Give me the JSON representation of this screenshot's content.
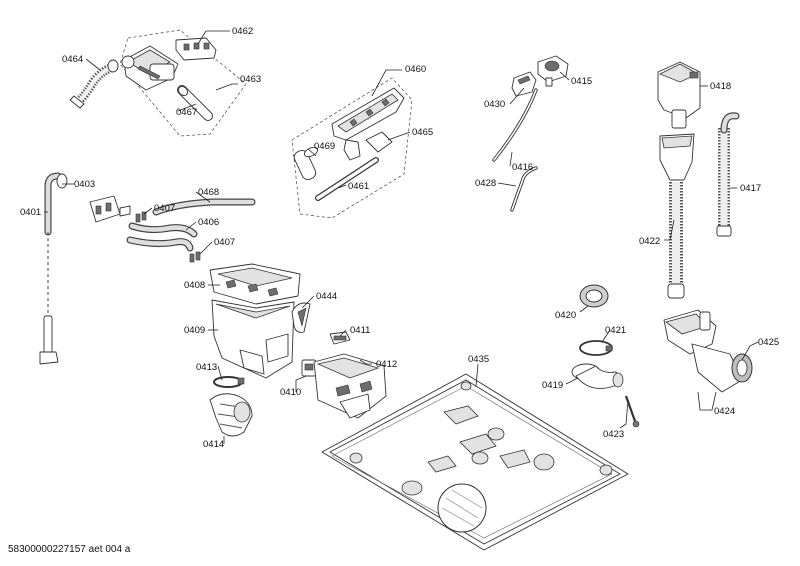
{
  "drawing": {
    "document_code": "58300000227157 aet 004 a",
    "labels": {
      "p0401": "0401",
      "p0403": "0403",
      "p0406": "0406",
      "p0407a": "0407",
      "p0407b": "0407",
      "p0408": "0408",
      "p0409": "0409",
      "p0410": "0410",
      "p0411": "0411",
      "p0412": "0412",
      "p0413": "0413",
      "p0414": "0414",
      "p0415": "0415",
      "p0416": "0416",
      "p0417": "0417",
      "p0418": "0418",
      "p0419": "0419",
      "p0420": "0420",
      "p0421": "0421",
      "p0422": "0422",
      "p0423": "0423",
      "p0424": "0424",
      "p0425": "0425",
      "p0428": "0428",
      "p0430": "0430",
      "p0435": "0435",
      "p0444": "0444",
      "p0460": "0460",
      "p0461": "0461",
      "p0462": "0462",
      "p0463": "0463",
      "p0464": "0464",
      "p0465": "0465",
      "p0467": "0467",
      "p0468": "0468",
      "p0469": "0469"
    }
  }
}
